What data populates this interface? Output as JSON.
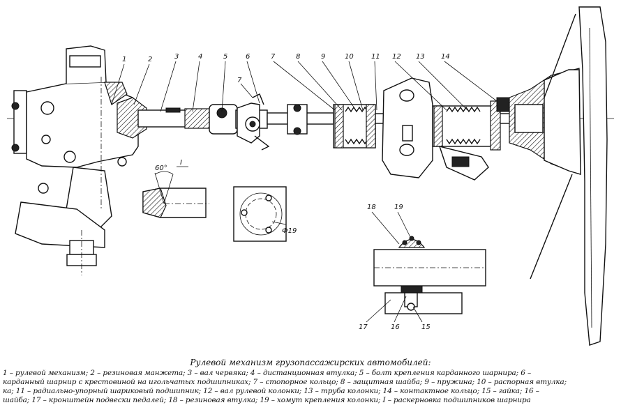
{
  "drawing": {
    "view_label": "I",
    "angle_label": "60°",
    "diameter_label": "Ф19",
    "callouts": {
      "n1": "1",
      "n2": "2",
      "n3": "3",
      "n4": "4",
      "n5": "5",
      "n6": "6",
      "n7": "7",
      "n8": "8",
      "n9": "9",
      "n10": "10",
      "n11": "11",
      "n12": "12",
      "n13": "13",
      "n14": "14",
      "n15": "15",
      "n16": "16",
      "n17": "17",
      "n18": "18",
      "n19": "19",
      "nI": "I"
    }
  },
  "caption": {
    "title": "Рулевой механизм грузопассажирских автомобилей:",
    "legend_lines": [
      "1 – рулевой механизм;  2 – резиновая манжета;  3 – вал червяка;  4 – дистанционная втулка;  5 – болт крепления карданного шарнира;  6 –",
      "карданный шарнир с крестовиной на игольчатых подшипниках;  7 – стопорное кольцо;  8 – защитная шайба;  9 – пружина;  10 – распорная втулка;",
      "ка; 11 – радиально-упорный шариковый подшипник;  12 – вал рулевой колонки;  13 – труба колонки;  14 – контактное кольцо;  15 – гайка;  16 –",
      "шайба;  17 – кронштейн подвески педалей;  18 – резиновая втулка;  19 – хомут крепления колонки;  I – раскерновка подшипников шарнира"
    ]
  }
}
